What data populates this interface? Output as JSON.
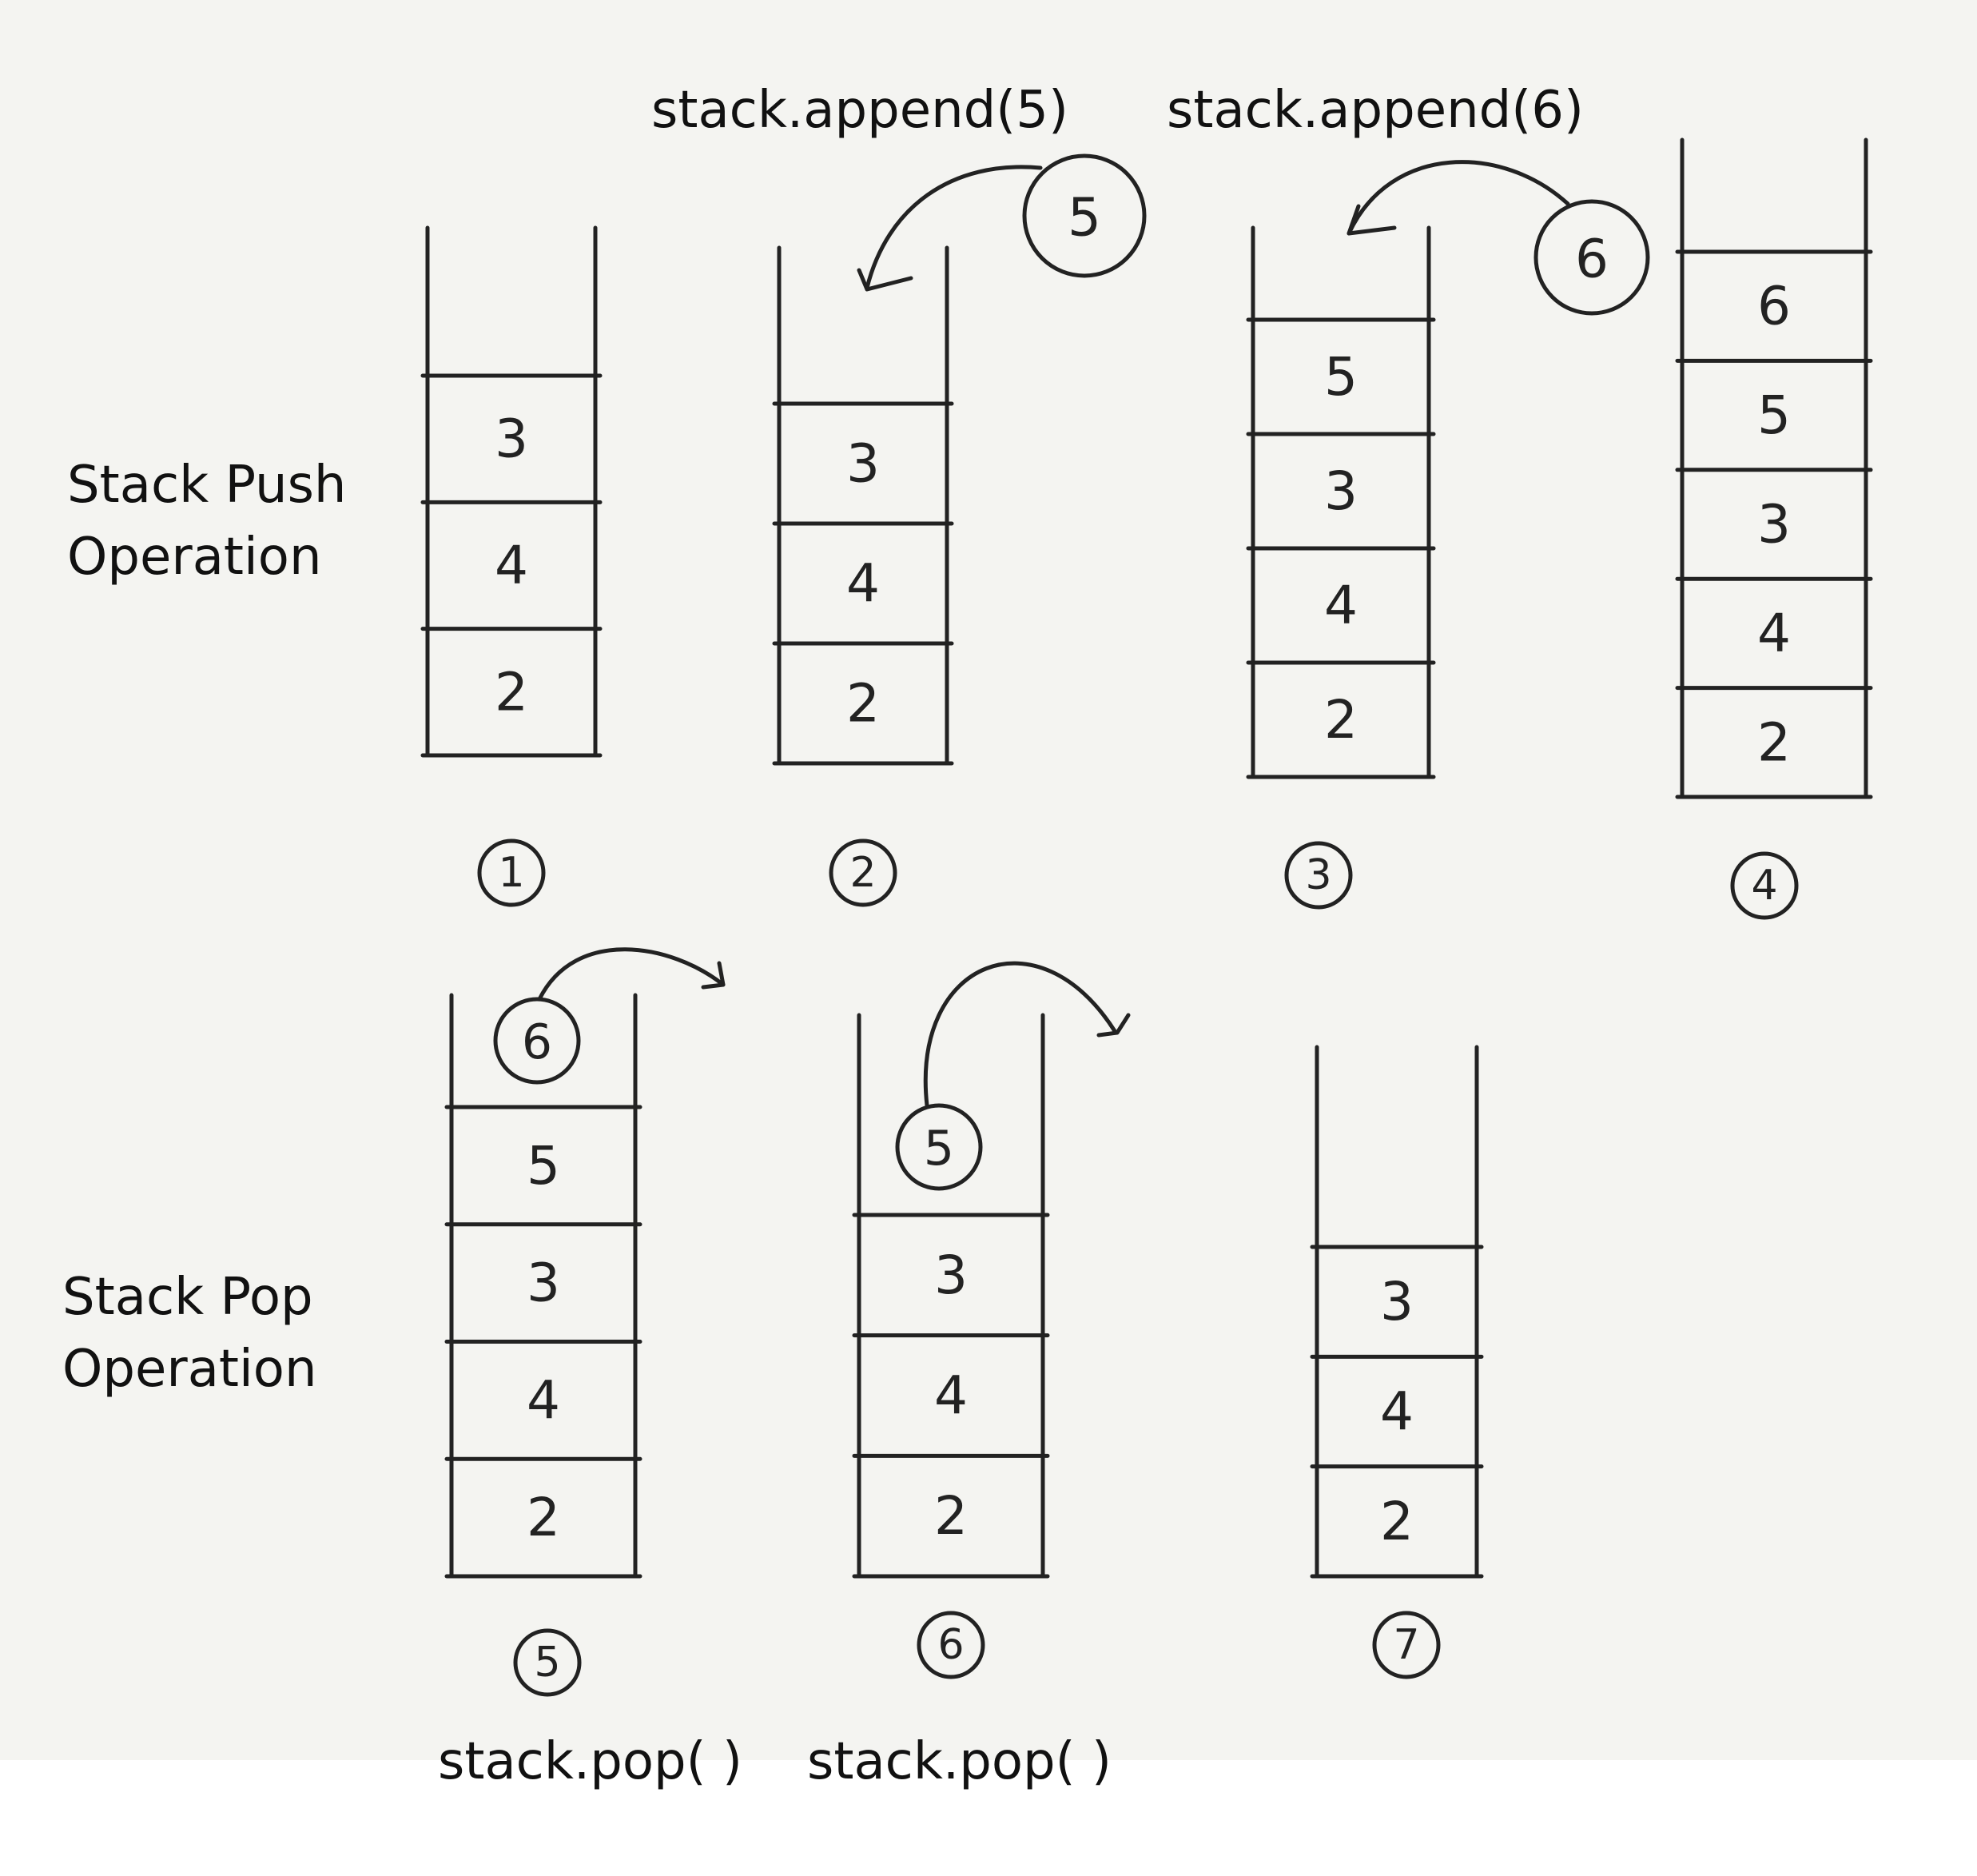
{
  "sections": {
    "push_label": "Stack Push\nOperation",
    "pop_label": "Stack Pop\nOperation"
  },
  "operations": {
    "append_5": "stack.append(5)",
    "append_6": "stack.append(6)",
    "pop_1": "stack.pop(  )",
    "pop_2": "stack.pop(  )"
  },
  "stacks": [
    {
      "step": "1",
      "items": [
        "3",
        "4",
        "2"
      ]
    },
    {
      "step": "2",
      "items": [
        "3",
        "4",
        "2"
      ],
      "incoming": "5"
    },
    {
      "step": "3",
      "items": [
        "5",
        "3",
        "4",
        "2"
      ],
      "incoming": "6"
    },
    {
      "step": "4",
      "items": [
        "6",
        "5",
        "3",
        "4",
        "2"
      ]
    },
    {
      "step": "5",
      "items": [
        "5",
        "3",
        "4",
        "2"
      ],
      "outgoing": "6"
    },
    {
      "step": "6",
      "items": [
        "3",
        "4",
        "2"
      ],
      "outgoing": "5"
    },
    {
      "step": "7",
      "items": [
        "3",
        "4",
        "2"
      ]
    }
  ],
  "colors": {
    "ink": "#222222",
    "paper": "#f4f4f1"
  }
}
